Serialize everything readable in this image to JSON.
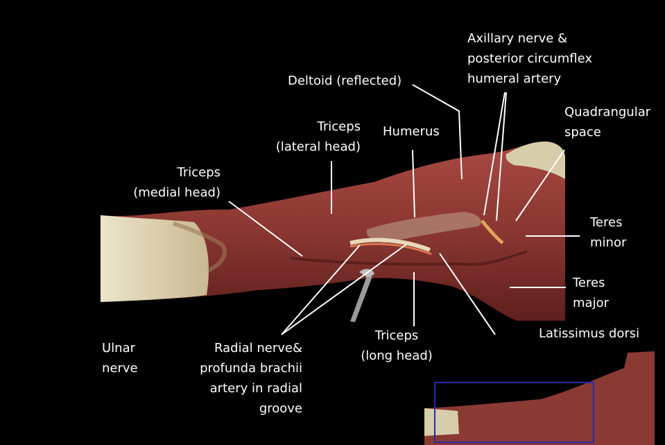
{
  "labels": {
    "deltoid": [
      "Deltoid (reflected)"
    ],
    "axillary": [
      "Axillary nerve &",
      "posterior circumflex",
      "humeral artery"
    ],
    "quadrangular": [
      "Quadrangular",
      "space"
    ],
    "triceps_lateral": [
      "Triceps",
      "(lateral head)"
    ],
    "humerus": [
      "Humerus"
    ],
    "triceps_medial": [
      "Triceps",
      "(medial head)"
    ],
    "teres_minor": [
      "Teres",
      "minor"
    ],
    "teres_major": [
      "Teres",
      "major"
    ],
    "latissimus": [
      "Latissimus dorsi"
    ],
    "ulnar": [
      "Ulnar",
      "nerve"
    ],
    "radial": [
      "Radial nerve&",
      "profunda brachii",
      "artery in radial",
      "groove"
    ],
    "triceps_long": [
      "Triceps",
      "(long head)"
    ]
  },
  "colors": {
    "background": "#000000",
    "text": "#ffffff",
    "leader_lines": "#ffffff",
    "muscle": "#8e3a33",
    "muscle_dark": "#6a2420",
    "fascia": "#d9cfae",
    "inset_box": "#2a2aa8"
  }
}
